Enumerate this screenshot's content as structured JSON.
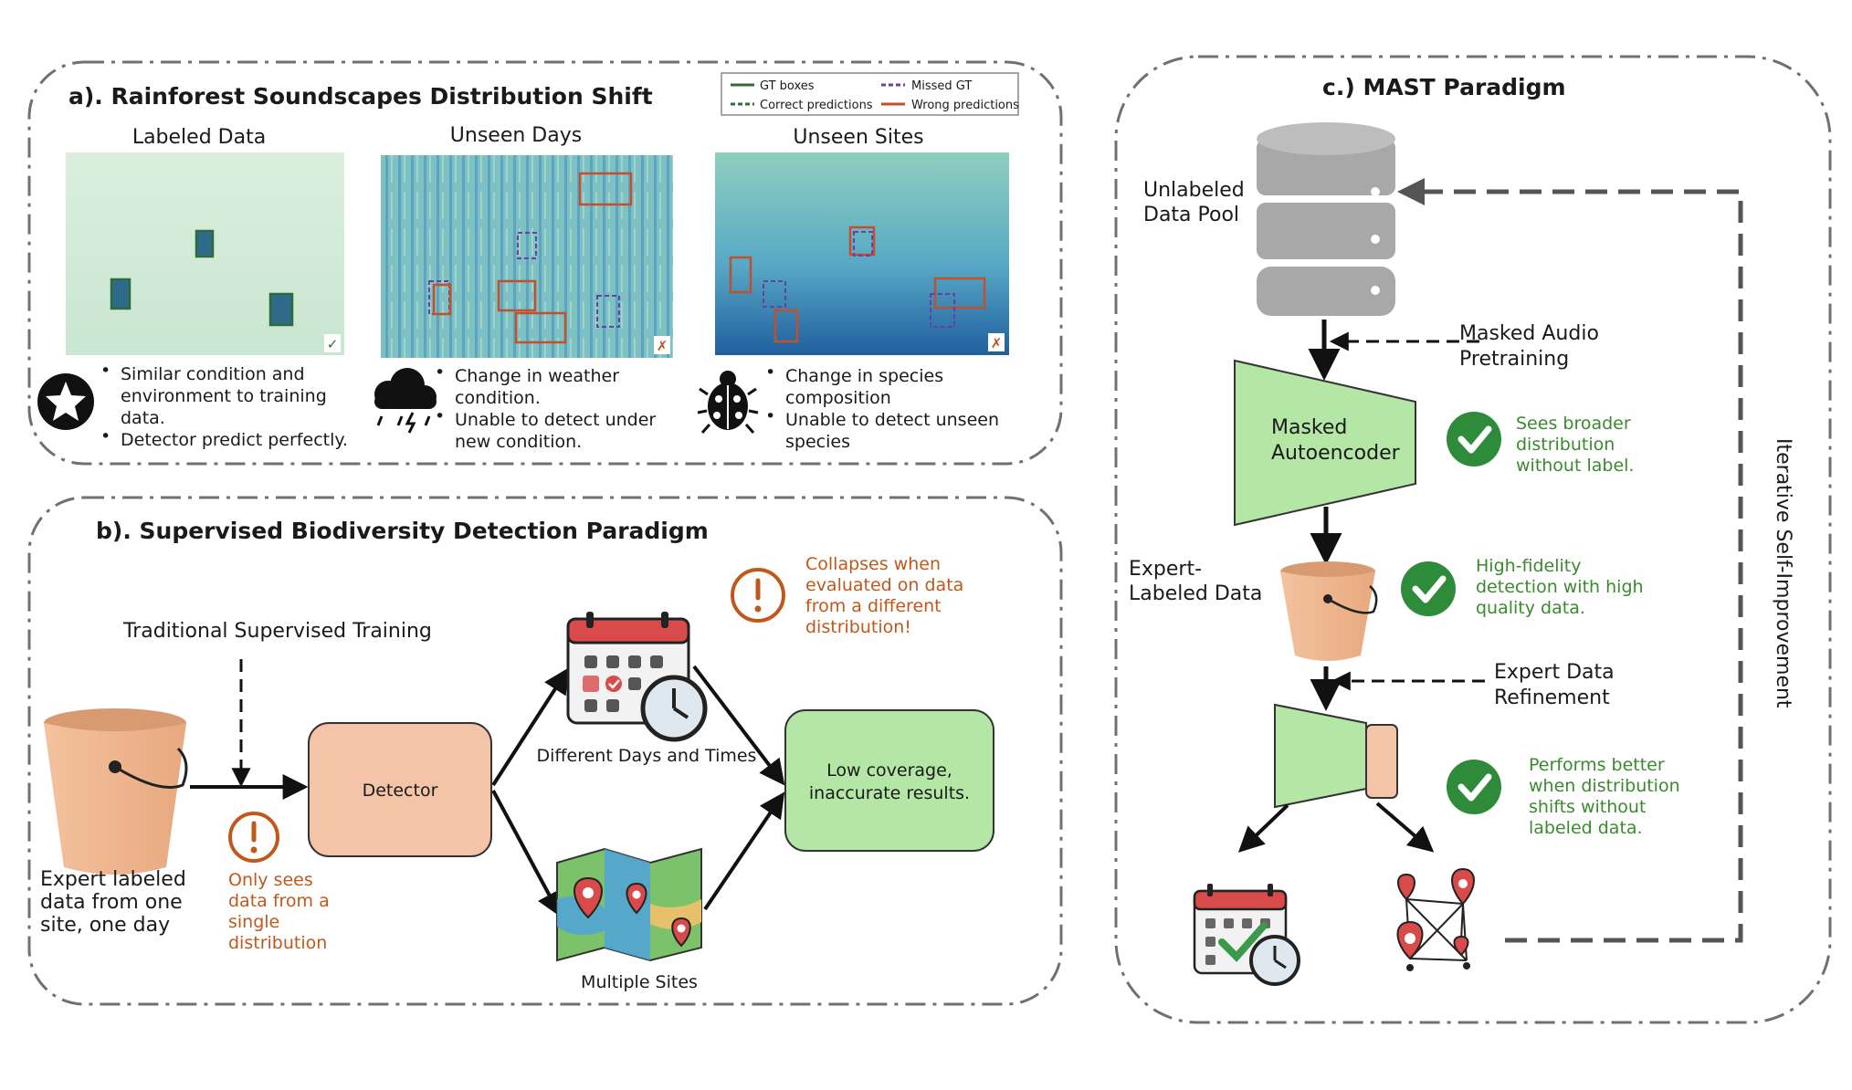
{
  "panel_a": {
    "title": "a). Rainforest Soundscapes Distribution Shift",
    "legend": {
      "gt_boxes": "GT boxes",
      "missed_gt": "Missed GT",
      "correct_predictions": "Correct predictions",
      "wrong_predictions": "Wrong predictions",
      "colors": {
        "gt": "#2e6b3a",
        "missed": "#6a3fa0",
        "correct": "#2e6b3a",
        "wrong": "#c2502a"
      }
    },
    "columns": [
      {
        "label": "Labeled Data",
        "mark": "✓",
        "bullets": [
          "Similar condition and",
          "environment to training",
          "data.",
          "Detector predict perfectly."
        ],
        "icon": "star-icon"
      },
      {
        "label": "Unseen Days",
        "mark": "✗",
        "bullets": [
          "Change in weather",
          "condition.",
          "Unable to detect under",
          "new condition."
        ],
        "icon": "storm-cloud-icon"
      },
      {
        "label": "Unseen Sites",
        "mark": "✗",
        "bullets": [
          "Change in species",
          "composition",
          "Unable to detect unseen",
          "species"
        ],
        "icon": "ladybug-icon"
      }
    ]
  },
  "panel_b": {
    "title": "b). Supervised Biodiversity Detection Paradigm",
    "training_label": "Traditional Supervised Training",
    "bucket_label": [
      "Expert labeled",
      "data from one",
      "site, one day"
    ],
    "warning_single": [
      "Only sees",
      "data from a",
      "single",
      "distribution"
    ],
    "detector": "Detector",
    "days_label": "Different Days and Times",
    "sites_label": "Multiple Sites",
    "result": [
      "Low coverage,",
      "inaccurate results."
    ],
    "warning_collapse": [
      "Collapses when",
      "evaluated on data",
      "from a different",
      "distribution!"
    ]
  },
  "panel_c": {
    "title": "c.) MAST Paradigm",
    "pool_label": [
      "Unlabeled",
      "Data Pool"
    ],
    "pretraining_label": [
      "Masked Audio",
      "Pretraining"
    ],
    "autoencoder": [
      "Masked",
      "Autoencoder"
    ],
    "check1": [
      "Sees broader",
      "distribution",
      "without label."
    ],
    "expert_label": [
      "Expert-",
      "Labeled Data"
    ],
    "check2": [
      "High-fidelity",
      "detection with high",
      "quality data."
    ],
    "refinement_label": [
      "Expert Data",
      "Refinement"
    ],
    "check3": [
      "Performs better",
      "when distribution",
      "shifts without",
      "labeled data."
    ],
    "loop_label": "Iterative Self-Improvement"
  }
}
